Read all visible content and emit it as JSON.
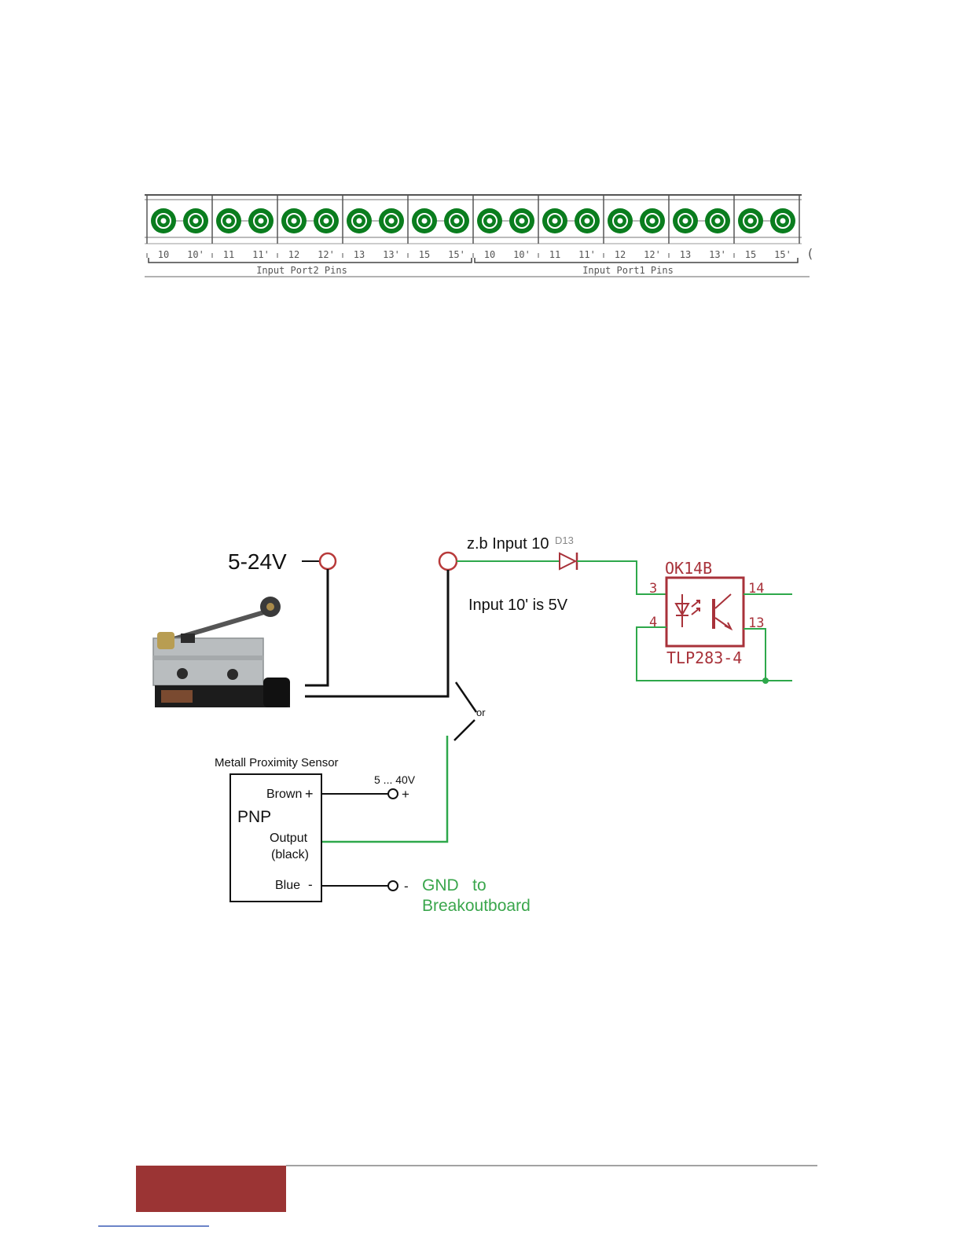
{
  "terminal_strip": {
    "port2": {
      "label": "Input Port2 Pins",
      "pins": [
        "10",
        "10'",
        "11",
        "11'",
        "12",
        "12'",
        "13",
        "13'",
        "15",
        "15'"
      ]
    },
    "port1": {
      "label": "Input Port1 Pins",
      "pins": [
        "10",
        "10'",
        "11",
        "11'",
        "12",
        "12'",
        "13",
        "13'",
        "15",
        "15'"
      ]
    },
    "terminal_color": "#0a7d1e"
  },
  "wiring": {
    "voltage_label": "5-24V",
    "input_label": "z.b Input 10",
    "diode_ref": "D13",
    "note": "Input 10' is  5V",
    "optocoupler": {
      "name": "OK14B",
      "part": "TLP283-4",
      "pins": {
        "p3": "3",
        "p4": "4",
        "p14": "14",
        "p13": "13"
      }
    },
    "or_label": "or",
    "sensor": {
      "title": "Metall Proximity Sensor",
      "type": "PNP",
      "brown": "Brown",
      "plus": "+",
      "output": "Output",
      "output_color": "(black)",
      "blue": "Blue",
      "minus": "-",
      "supply": "5 ... 40V",
      "gnd_line1": "GND   to",
      "gnd_line2": "Breakoutboard"
    },
    "colors": {
      "schematic_red": "#a8323a",
      "wire_green": "#2ea84b",
      "gnd_text_green": "#3aa64c"
    }
  },
  "footer": {
    "bar_color": "#9b3434"
  }
}
